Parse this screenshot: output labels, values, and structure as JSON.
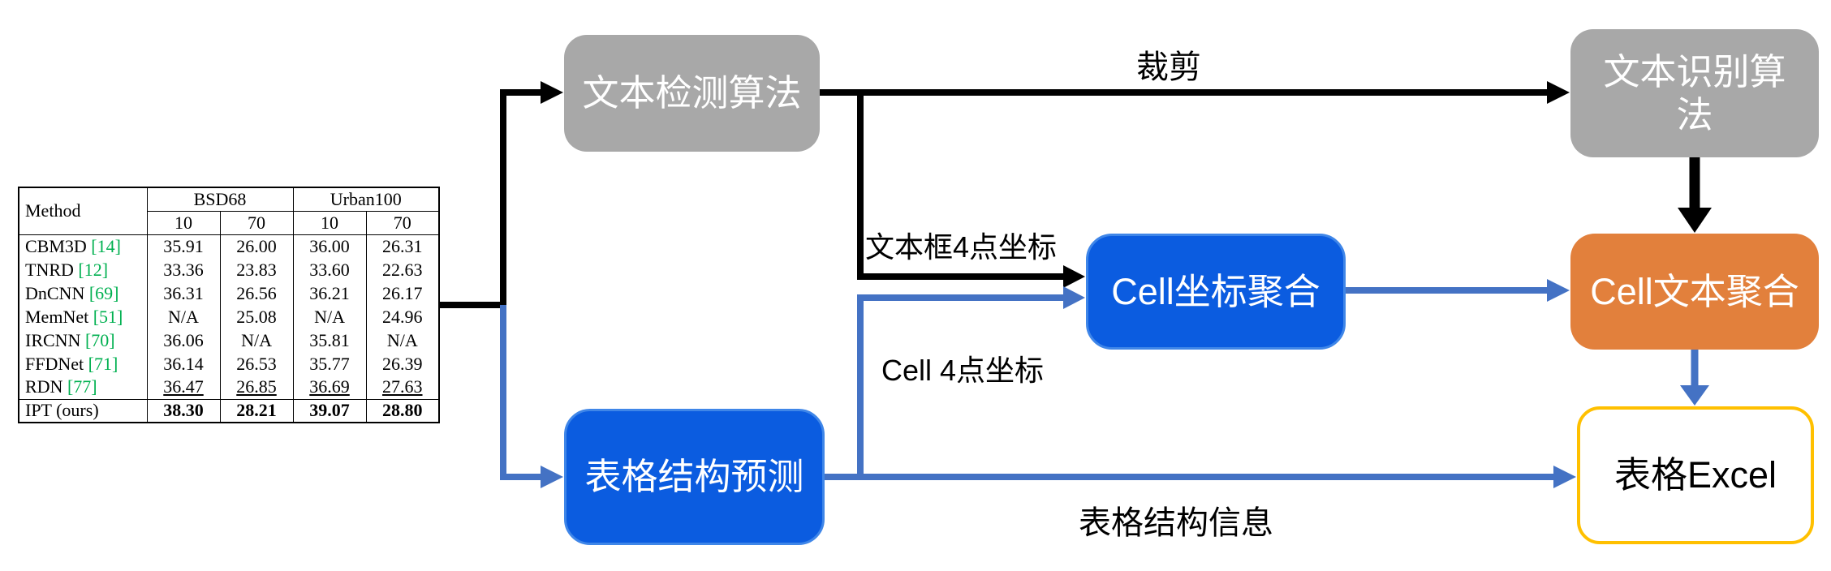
{
  "colors": {
    "gray_node": "#a8a8a8",
    "blue_node": "#0b5ce0",
    "orange_node": "#e2803c",
    "excel_border": "#ffc000",
    "black_arrow": "#000000",
    "blue_arrow": "#4472c4",
    "citation_green": "#00b050"
  },
  "flow": {
    "nodes": {
      "text_detection": "文本检测算法",
      "text_recognition": "文本识别算法",
      "cell_coord_aggregation": "Cell坐标聚合",
      "cell_text_aggregation": "Cell文本聚合",
      "table_structure_prediction": "表格结构预测",
      "table_excel": "表格Excel"
    },
    "edge_labels": {
      "crop": "裁剪",
      "text_box_coords": "文本框4点坐标",
      "cell_coords": "Cell 4点坐标",
      "table_structure_info": "表格结构信息"
    }
  },
  "table": {
    "col_headers": {
      "method": "Method",
      "group1": "BSD68",
      "group2": "Urban100",
      "sub": [
        "10",
        "70",
        "10",
        "70"
      ]
    },
    "rows": [
      {
        "method": "CBM3D",
        "cite": "[14]",
        "values": [
          "35.91",
          "26.00",
          "36.00",
          "26.31"
        ]
      },
      {
        "method": "TNRD",
        "cite": "[12]",
        "values": [
          "33.36",
          "23.83",
          "33.60",
          "22.63"
        ]
      },
      {
        "method": "DnCNN",
        "cite": "[69]",
        "values": [
          "36.31",
          "26.56",
          "36.21",
          "26.17"
        ]
      },
      {
        "method": "MemNet",
        "cite": "[51]",
        "values": [
          "N/A",
          "25.08",
          "N/A",
          "24.96"
        ]
      },
      {
        "method": "IRCNN",
        "cite": "[70]",
        "values": [
          "36.06",
          "N/A",
          "35.81",
          "N/A"
        ]
      },
      {
        "method": "FFDNet",
        "cite": "[71]",
        "values": [
          "36.14",
          "26.53",
          "35.77",
          "26.39"
        ]
      },
      {
        "method": "RDN",
        "cite": "[77]",
        "values": [
          "36.47",
          "26.85",
          "36.69",
          "27.63"
        ]
      },
      {
        "method": "IPT (ours)",
        "cite": "",
        "values": [
          "38.30",
          "28.21",
          "39.07",
          "28.80"
        ]
      }
    ]
  }
}
